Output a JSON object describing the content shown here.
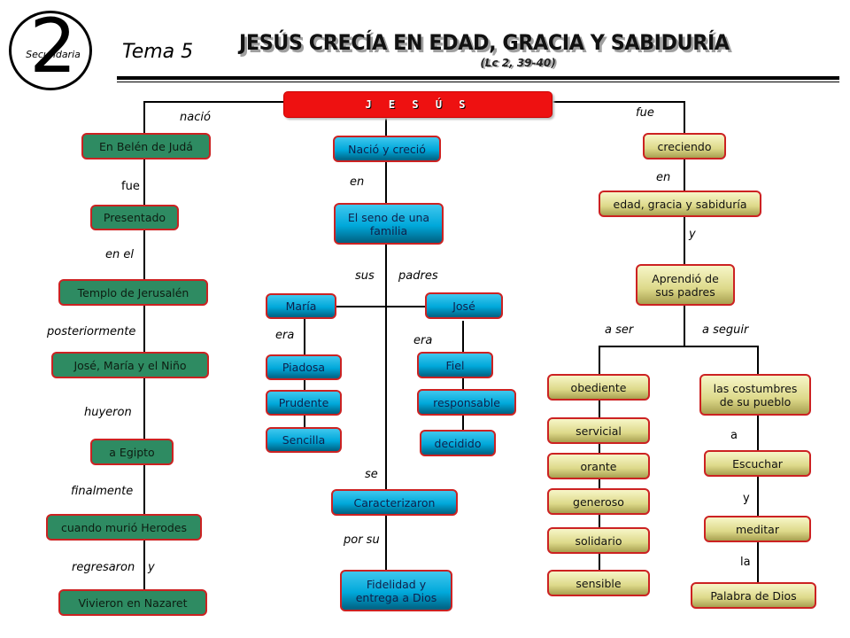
{
  "header": {
    "logo_number": "2",
    "logo_caption": "Secundaria",
    "topic": "Tema 5",
    "title": "JESÚS CRECÍA EN EDAD, GRACIA Y SABIDURÍA",
    "reference": "(Lc 2, 39-40)"
  },
  "root": {
    "label": "J E S Ú S",
    "color": "#ee1111"
  },
  "colors": {
    "green": "#2e8b62",
    "blue": "#00a8da",
    "yellow": "#ddd98a",
    "border": "#cc2222"
  },
  "left_branch": {
    "link_root": "nació",
    "nodes": [
      "En Belén de Judá",
      "Presentado",
      "Templo de Jerusalén",
      "José, María y el Niño",
      "a Egipto",
      "cuando murió Herodes",
      "Vivieron en Nazaret"
    ],
    "links": [
      "fue",
      "en el",
      "posteriormente",
      "huyeron",
      "finalmente",
      "regresaron",
      "y"
    ]
  },
  "center_branch": {
    "nodes": {
      "n1": "Nació y creció",
      "n2": "El seno de una familia",
      "maria": "María",
      "jose": "José",
      "caracterizaron": "Caracterizaron",
      "fidelidad": "Fidelidad y entrega a Dios"
    },
    "links": {
      "en": "en",
      "sus": "sus",
      "padres": "padres",
      "era_maria": "era",
      "era_jose": "era",
      "se": "se",
      "por_su": "por su"
    },
    "maria_traits": [
      "Piadosa",
      "Prudente",
      "Sencilla"
    ],
    "jose_traits": [
      "Fiel",
      "responsable",
      "decidido"
    ]
  },
  "right_branch": {
    "link_root": "fue",
    "nodes": {
      "creciendo": "creciendo",
      "edad": "edad, gracia y sabiduría",
      "aprendio": "Aprendió de sus padres",
      "costumbres": "las costumbres de su pueblo",
      "escuchar": "Escuchar",
      "meditar": "meditar",
      "palabra": "Palabra de Dios"
    },
    "links": {
      "en": "en",
      "y1": "y",
      "a_ser": "a ser",
      "a_seguir": "a seguir",
      "a": "a",
      "y2": "y",
      "la": "la"
    },
    "virtues": [
      "obediente",
      "servicial",
      "orante",
      "generoso",
      "solidario",
      "sensible"
    ]
  }
}
